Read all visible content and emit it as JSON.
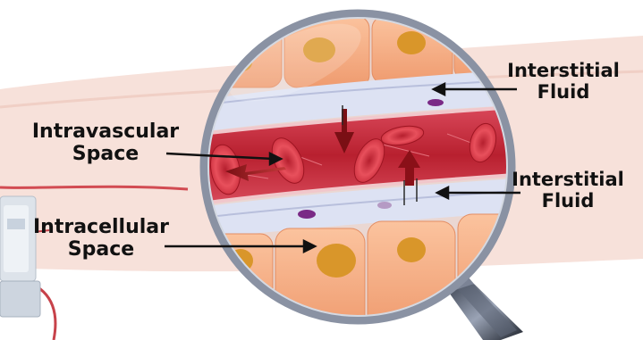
{
  "labels": {
    "intravascular": {
      "line1": "Intravascular",
      "line2": "Space"
    },
    "intracellular": {
      "line1": "Intracellular",
      "line2": "Space"
    },
    "interstitial_top": {
      "line1": "Interstitial",
      "line2": "Fluid"
    },
    "interstitial_bottom": {
      "line1": "Interstitial",
      "line2": "Fluid"
    }
  },
  "colors": {
    "skin": "#f6dcd4",
    "plasma": "#c92a3c",
    "red_cell": "#e23a4a",
    "cell_body": "#f5a77c",
    "nucleus": "#d9962a",
    "interstitial": "#dfe3f2",
    "lens_rim": "#7c8497",
    "handle": "#2a2f3a"
  }
}
